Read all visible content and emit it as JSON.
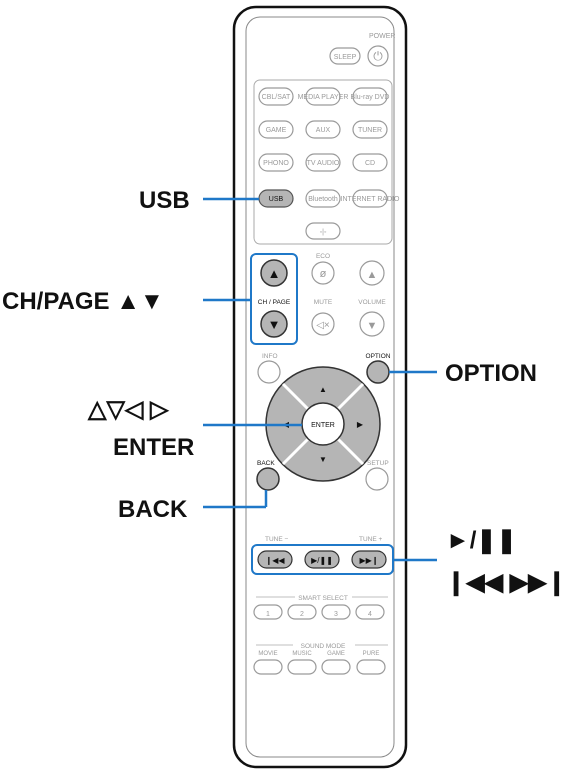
{
  "callouts": {
    "usb": "USB",
    "ch_page": "CH/PAGE ▲▼",
    "option": "OPTION",
    "cursor_arrows": "△▽◁ ▷",
    "enter": "ENTER",
    "back": "BACK",
    "play_pause": "►/❚❚",
    "skip": "❙◀◀ ▶▶❙"
  },
  "remote": {
    "power_label": "POWER",
    "sleep": "SLEEP",
    "sources": [
      [
        "CBL/SAT",
        "MEDIA PLAYER",
        "Blu-ray DVD"
      ],
      [
        "GAME",
        "AUX",
        "TUNER"
      ],
      [
        "PHONO",
        "TV AUDIO",
        "CD"
      ],
      [
        "USB",
        "Bluetooth",
        "INTERNET RADIO"
      ]
    ],
    "eco_label": "ECO",
    "ch_page_label": "CH / PAGE",
    "mute_label": "MUTE",
    "volume_label": "VOLUME",
    "info_label": "INFO",
    "option_label": "OPTION",
    "enter_label": "ENTER",
    "back_label": "BACK",
    "setup_label": "SETUP",
    "tune_minus": "TUNE −",
    "tune_plus": "TUNE +",
    "smart_select_label": "SMART SELECT",
    "smart_buttons": [
      "1",
      "2",
      "3",
      "4"
    ],
    "sound_mode_label": "SOUND MODE",
    "sound_modes": [
      "MOVIE",
      "MUSIC",
      "GAME",
      "PURE"
    ]
  }
}
